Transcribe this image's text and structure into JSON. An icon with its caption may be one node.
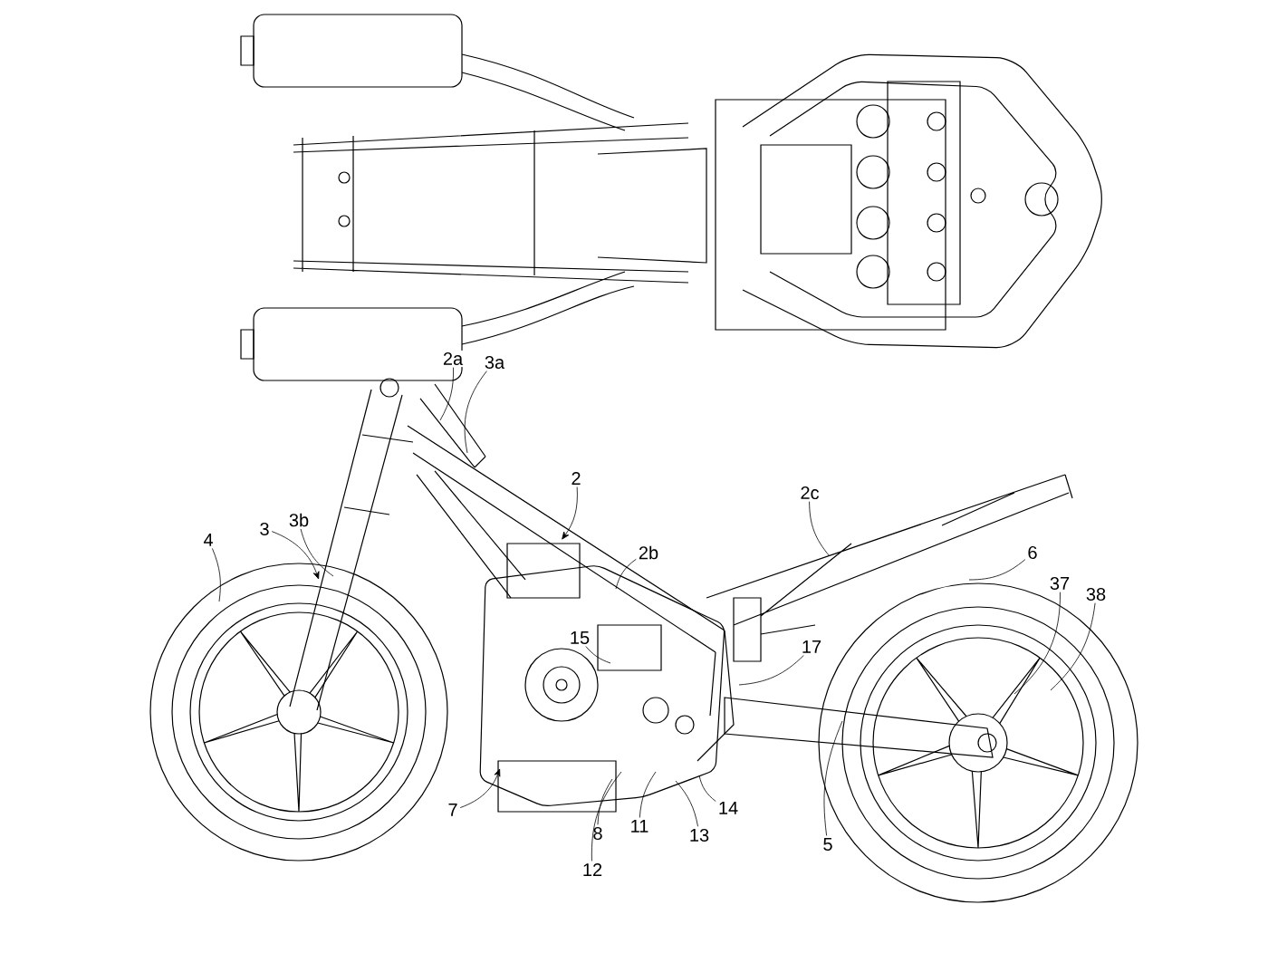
{
  "diagram": {
    "nodes": [
      {
        "text": [
          "2a"
        ]
      },
      {
        "text": [
          "3a"
        ]
      },
      {
        "text": [
          "2"
        ]
      },
      {
        "text": [
          "2b"
        ]
      },
      {
        "text": [
          "3"
        ]
      },
      {
        "text": [
          "3b"
        ]
      },
      {
        "text": [
          "4"
        ]
      },
      {
        "text": [
          "2c"
        ]
      },
      {
        "text": [
          "6"
        ]
      },
      {
        "text": [
          "37"
        ]
      },
      {
        "text": [
          "38"
        ]
      },
      {
        "text": [
          "15"
        ]
      },
      {
        "text": [
          "17"
        ]
      },
      {
        "text": [
          "7"
        ]
      },
      {
        "text": [
          "14"
        ]
      },
      {
        "text": [
          "8"
        ]
      },
      {
        "text": [
          "11"
        ]
      },
      {
        "text": [
          "13"
        ]
      },
      {
        "text": [
          "5"
        ]
      },
      {
        "text": [
          "12"
        ]
      }
    ],
    "edges": [
      {
        "from": 0,
        "to": null,
        "arrow": "none"
      },
      {
        "from": 1,
        "to": null,
        "arrow": "none"
      },
      {
        "from": 2,
        "to": null,
        "arrow": "to"
      },
      {
        "from": 3,
        "to": null,
        "arrow": "none"
      },
      {
        "from": 4,
        "to": null,
        "arrow": "to"
      },
      {
        "from": 5,
        "to": null,
        "arrow": "none"
      },
      {
        "from": 6,
        "to": null,
        "arrow": "none"
      },
      {
        "from": 7,
        "to": null,
        "arrow": "none"
      },
      {
        "from": 8,
        "to": null,
        "arrow": "none"
      },
      {
        "from": 9,
        "to": null,
        "arrow": "none"
      },
      {
        "from": 10,
        "to": null,
        "arrow": "none"
      },
      {
        "from": 11,
        "to": null,
        "arrow": "none"
      },
      {
        "from": 12,
        "to": null,
        "arrow": "none"
      },
      {
        "from": 13,
        "to": null,
        "arrow": "to"
      },
      {
        "from": 14,
        "to": null,
        "arrow": "none"
      },
      {
        "from": 15,
        "to": null,
        "arrow": "none"
      },
      {
        "from": 16,
        "to": null,
        "arrow": "none"
      },
      {
        "from": 17,
        "to": null,
        "arrow": "none"
      },
      {
        "from": 18,
        "to": null,
        "arrow": "none"
      },
      {
        "from": 19,
        "to": null,
        "arrow": "none"
      }
    ]
  }
}
